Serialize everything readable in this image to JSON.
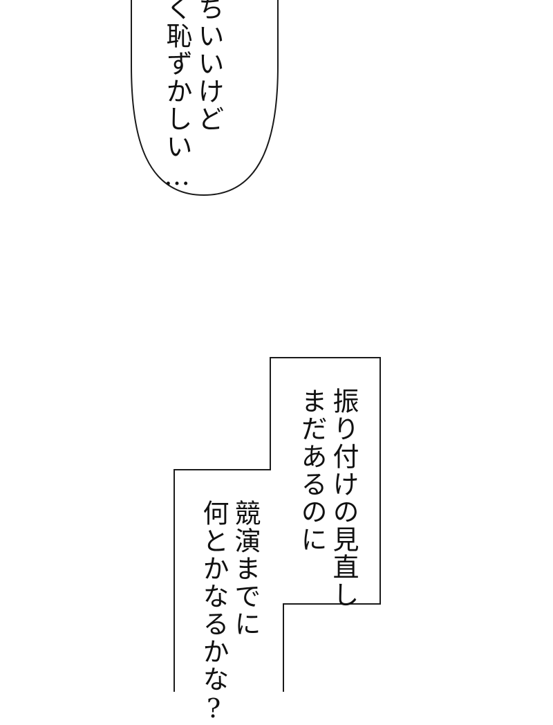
{
  "speech_bubble": {
    "lines": [
      "ちいいけど",
      "く恥ずかしい…"
    ]
  },
  "caption_box": {
    "lines": [
      "振り付けの見直し",
      "まだあるのに",
      "競演までに",
      "何とかなるかな?"
    ]
  },
  "colors": {
    "background": "#ffffff",
    "outline": "#1a1a1a",
    "text": "#111111"
  }
}
